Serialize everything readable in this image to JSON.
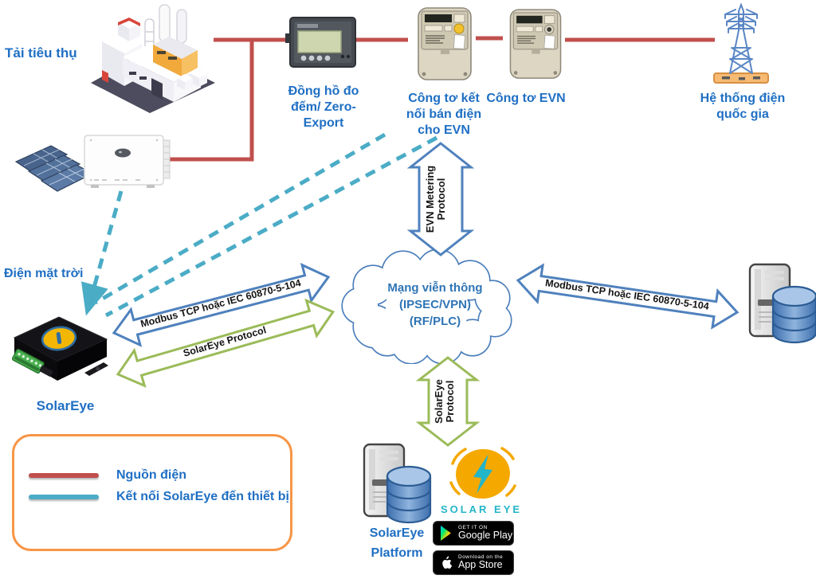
{
  "colors": {
    "power_line": "#C0504D",
    "solareye_link": "#4BACC6",
    "arrow_blue": "#4F81BD",
    "arrow_green": "#9BBB59",
    "label_blue": "#1F6FC4",
    "legend_border": "#F79646",
    "logo_orange": "#F5A800",
    "logo_teal": "#23B5C8"
  },
  "nodes": {
    "load": {
      "label": "Tải tiêu thụ"
    },
    "solar": {
      "label": "Điện mặt trời"
    },
    "meter_zero_export": {
      "label": "Đồng hồ đo đếm/ Zero-Export"
    },
    "meter_evn_sell": {
      "label": "Công tơ kết nối bán điện cho EVN"
    },
    "meter_evn": {
      "label": "Công tơ EVN"
    },
    "national_grid": {
      "label": "Hệ thống điện quốc gia"
    },
    "solareye_device": {
      "label": "SolarEye"
    },
    "telecom_cloud": {
      "line1": "Mạng viễn thông",
      "line2": "(IPSEC/VPN)",
      "line3": "(RF/PLC)"
    },
    "platform": {
      "label": "SolarEye Platform"
    }
  },
  "arrows": {
    "evn_metering": {
      "label": "EVN Metering Protocol"
    },
    "modbus_left": {
      "label": "Modbus TCP hoặc IEC 60870-5-104"
    },
    "solareye_left": {
      "label": "SolarEye Protocol"
    },
    "modbus_right": {
      "label": "Modbus TCP hoặc IEC 60870-5-104"
    },
    "solareye_down": {
      "label": "SolarEye Protocol"
    }
  },
  "legend": {
    "power": {
      "label": "Nguồn điện",
      "color": "#C0504D"
    },
    "link": {
      "label": "Kết nối SolarEye đến thiết bị",
      "color": "#4BACC6"
    }
  },
  "logo": {
    "wordmark": "SOLAR EYE"
  },
  "badges": {
    "google_play": {
      "tagline": "GET IT ON",
      "store": "Google Play"
    },
    "app_store": {
      "tagline": "Download on the",
      "store": "App Store"
    }
  }
}
